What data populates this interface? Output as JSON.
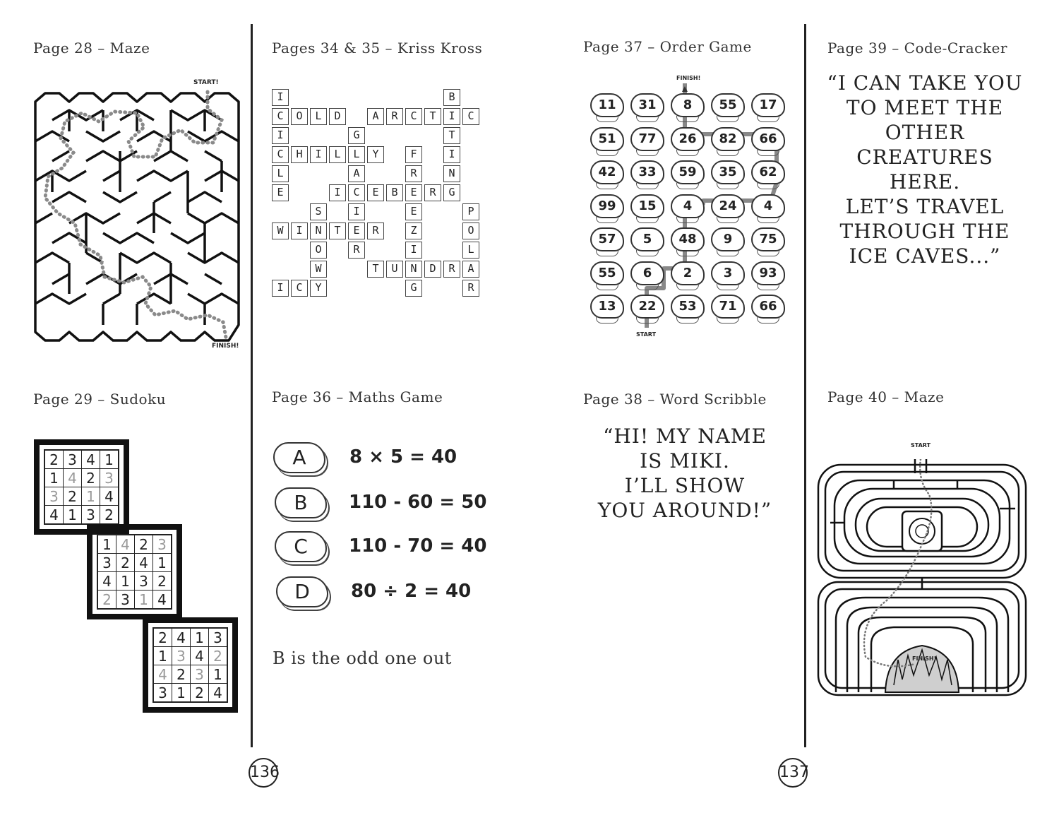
{
  "page_left": {
    "maze_title": "Page 28 – Maze",
    "maze_start": "START!",
    "maze_finish": "FINISH!",
    "sudoku_title": "Page 29 – Sudoku",
    "sudoku_grids": [
      [
        [
          "2",
          "3",
          "4",
          "1"
        ],
        [
          "1",
          "4",
          "2",
          "3"
        ],
        [
          "3",
          "2",
          "1",
          "4"
        ],
        [
          "4",
          "1",
          "3",
          "2"
        ]
      ],
      [
        [
          "1",
          "4",
          "2",
          "3"
        ],
        [
          "3",
          "2",
          "4",
          "1"
        ],
        [
          "4",
          "1",
          "3",
          "2"
        ],
        [
          "2",
          "3",
          "1",
          "4"
        ]
      ],
      [
        [
          "2",
          "4",
          "1",
          "3"
        ],
        [
          "1",
          "3",
          "4",
          "2"
        ],
        [
          "4",
          "2",
          "3",
          "1"
        ],
        [
          "3",
          "1",
          "2",
          "4"
        ]
      ]
    ],
    "sudoku_filled": [
      [
        [
          0,
          0,
          0,
          0
        ],
        [
          0,
          1,
          0,
          1
        ],
        [
          1,
          0,
          1,
          0
        ],
        [
          0,
          0,
          0,
          0
        ]
      ],
      [
        [
          0,
          1,
          0,
          1
        ],
        [
          0,
          0,
          0,
          0
        ],
        [
          0,
          0,
          0,
          0
        ],
        [
          1,
          0,
          1,
          0
        ]
      ],
      [
        [
          0,
          0,
          0,
          0
        ],
        [
          0,
          1,
          0,
          1
        ],
        [
          1,
          0,
          1,
          0
        ],
        [
          0,
          0,
          0,
          0
        ]
      ]
    ],
    "kriss_title": "Pages 34 & 35 – Kriss Kross",
    "maths_title": "Page 36 – Maths Game",
    "maths": [
      {
        "letter": "A",
        "equation": "8 × 5 = 40"
      },
      {
        "letter": "B",
        "equation": "110 - 60 = 50"
      },
      {
        "letter": "C",
        "equation": "110 - 70 = 40"
      },
      {
        "letter": "D",
        "equation": "80 ÷ 2 = 40"
      }
    ],
    "maths_answer": "B is the odd one out",
    "page_number": "136"
  },
  "page_right": {
    "order_title": "Page 37 – Order Game",
    "order_finish": "FINISH!",
    "order_start": "START",
    "order_grid": [
      [
        "11",
        "31",
        "8",
        "55",
        "17"
      ],
      [
        "51",
        "77",
        "26",
        "82",
        "66"
      ],
      [
        "42",
        "33",
        "59",
        "35",
        "62"
      ],
      [
        "99",
        "15",
        "4",
        "24",
        "4"
      ],
      [
        "57",
        "5",
        "48",
        "9",
        "75"
      ],
      [
        "55",
        "6",
        "2",
        "3",
        "93"
      ],
      [
        "13",
        "22",
        "53",
        "71",
        "66"
      ]
    ],
    "code_title": "Page 39 – Code-Cracker",
    "code_quote": [
      "“I CAN TAKE YOU",
      "TO MEET THE",
      "OTHER",
      "CREATURES HERE.",
      "LET’S TRAVEL",
      "THROUGH THE",
      "ICE CAVES...”"
    ],
    "word_title": "Page 38 –  Word Scribble",
    "word_quote": [
      "“HI! MY NAME",
      "IS MIKI.",
      "I’LL SHOW",
      "YOU AROUND!”"
    ],
    "maze2_title": "Page 40 – Maze",
    "maze2_start": "START",
    "maze2_finish": "FINISH!",
    "page_number": "137"
  },
  "kriss_cells": [
    {
      "c": 0,
      "r": 0,
      "ch": "I"
    },
    {
      "c": 9,
      "r": 0,
      "ch": "B"
    },
    {
      "c": 0,
      "r": 1,
      "ch": "C"
    },
    {
      "c": 1,
      "r": 1,
      "ch": "O"
    },
    {
      "c": 2,
      "r": 1,
      "ch": "L"
    },
    {
      "c": 3,
      "r": 1,
      "ch": "D"
    },
    {
      "c": 5,
      "r": 1,
      "ch": "A"
    },
    {
      "c": 6,
      "r": 1,
      "ch": "R"
    },
    {
      "c": 7,
      "r": 1,
      "ch": "C"
    },
    {
      "c": 8,
      "r": 1,
      "ch": "T"
    },
    {
      "c": 9,
      "r": 1,
      "ch": "I"
    },
    {
      "c": 10,
      "r": 1,
      "ch": "C"
    },
    {
      "c": 0,
      "r": 2,
      "ch": "I"
    },
    {
      "c": 4,
      "r": 2,
      "ch": "G"
    },
    {
      "c": 9,
      "r": 2,
      "ch": "T"
    },
    {
      "c": 0,
      "r": 3,
      "ch": "C"
    },
    {
      "c": 1,
      "r": 3,
      "ch": "H"
    },
    {
      "c": 2,
      "r": 3,
      "ch": "I"
    },
    {
      "c": 3,
      "r": 3,
      "ch": "L"
    },
    {
      "c": 4,
      "r": 3,
      "ch": "L"
    },
    {
      "c": 5,
      "r": 3,
      "ch": "Y"
    },
    {
      "c": 7,
      "r": 3,
      "ch": "F"
    },
    {
      "c": 9,
      "r": 3,
      "ch": "I"
    },
    {
      "c": 0,
      "r": 4,
      "ch": "L"
    },
    {
      "c": 4,
      "r": 4,
      "ch": "A"
    },
    {
      "c": 7,
      "r": 4,
      "ch": "R"
    },
    {
      "c": 9,
      "r": 4,
      "ch": "N"
    },
    {
      "c": 0,
      "r": 5,
      "ch": "E"
    },
    {
      "c": 3,
      "r": 5,
      "ch": "I"
    },
    {
      "c": 4,
      "r": 5,
      "ch": "C"
    },
    {
      "c": 5,
      "r": 5,
      "ch": "E"
    },
    {
      "c": 6,
      "r": 5,
      "ch": "B"
    },
    {
      "c": 7,
      "r": 5,
      "ch": "E"
    },
    {
      "c": 8,
      "r": 5,
      "ch": "R"
    },
    {
      "c": 9,
      "r": 5,
      "ch": "G"
    },
    {
      "c": 2,
      "r": 6,
      "ch": "S"
    },
    {
      "c": 4,
      "r": 6,
      "ch": "I"
    },
    {
      "c": 7,
      "r": 6,
      "ch": "E"
    },
    {
      "c": 10,
      "r": 6,
      "ch": "P"
    },
    {
      "c": 0,
      "r": 7,
      "ch": "W"
    },
    {
      "c": 1,
      "r": 7,
      "ch": "I"
    },
    {
      "c": 2,
      "r": 7,
      "ch": "N"
    },
    {
      "c": 3,
      "r": 7,
      "ch": "T"
    },
    {
      "c": 4,
      "r": 7,
      "ch": "E"
    },
    {
      "c": 5,
      "r": 7,
      "ch": "R"
    },
    {
      "c": 7,
      "r": 7,
      "ch": "Z"
    },
    {
      "c": 10,
      "r": 7,
      "ch": "O"
    },
    {
      "c": 2,
      "r": 8,
      "ch": "O"
    },
    {
      "c": 4,
      "r": 8,
      "ch": "R"
    },
    {
      "c": 7,
      "r": 8,
      "ch": "I"
    },
    {
      "c": 10,
      "r": 8,
      "ch": "L"
    },
    {
      "c": 2,
      "r": 9,
      "ch": "W"
    },
    {
      "c": 5,
      "r": 9,
      "ch": "T"
    },
    {
      "c": 6,
      "r": 9,
      "ch": "U"
    },
    {
      "c": 7,
      "r": 9,
      "ch": "N"
    },
    {
      "c": 8,
      "r": 9,
      "ch": "D"
    },
    {
      "c": 9,
      "r": 9,
      "ch": "R"
    },
    {
      "c": 10,
      "r": 9,
      "ch": "A"
    },
    {
      "c": 0,
      "r": 10,
      "ch": "I"
    },
    {
      "c": 1,
      "r": 10,
      "ch": "C"
    },
    {
      "c": 2,
      "r": 10,
      "ch": "Y"
    },
    {
      "c": 7,
      "r": 10,
      "ch": "G"
    },
    {
      "c": 10,
      "r": 10,
      "ch": "R"
    }
  ]
}
